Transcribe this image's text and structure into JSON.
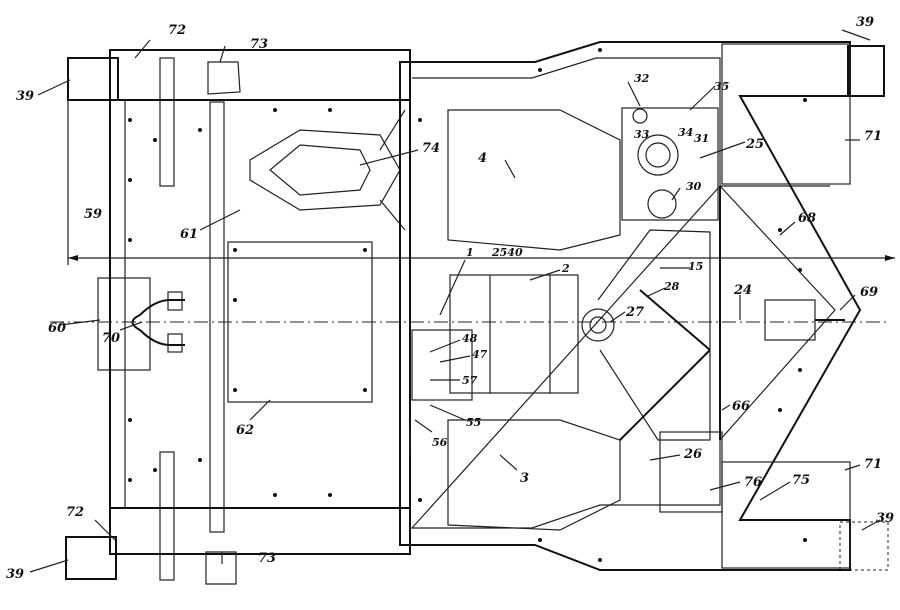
{
  "drawing": {
    "dimension_text": "2540",
    "labels": {
      "l39a": "39",
      "l39b": "39",
      "l39c": "39",
      "l39d": "39",
      "l72a": "72",
      "l72b": "72",
      "l73a": "73",
      "l73b": "73",
      "l59": "59",
      "l60": "60",
      "l61": "61",
      "l62": "62",
      "l70": "70",
      "l74": "74",
      "l4": "4",
      "l3": "3",
      "l1": "1",
      "l2": "2",
      "l32": "32",
      "l35": "35",
      "l33": "33",
      "l34": "34",
      "l31": "31",
      "l25": "25",
      "l30": "30",
      "l15": "15",
      "l28": "28",
      "l27": "27",
      "l24": "24",
      "l69": "69",
      "l68": "68",
      "l71a": "71",
      "l71b": "71",
      "l66": "66",
      "l26": "26",
      "l76": "76",
      "l75": "75",
      "l48": "48",
      "l47": "47",
      "l57": "57",
      "l55": "55",
      "l56": "56"
    }
  }
}
